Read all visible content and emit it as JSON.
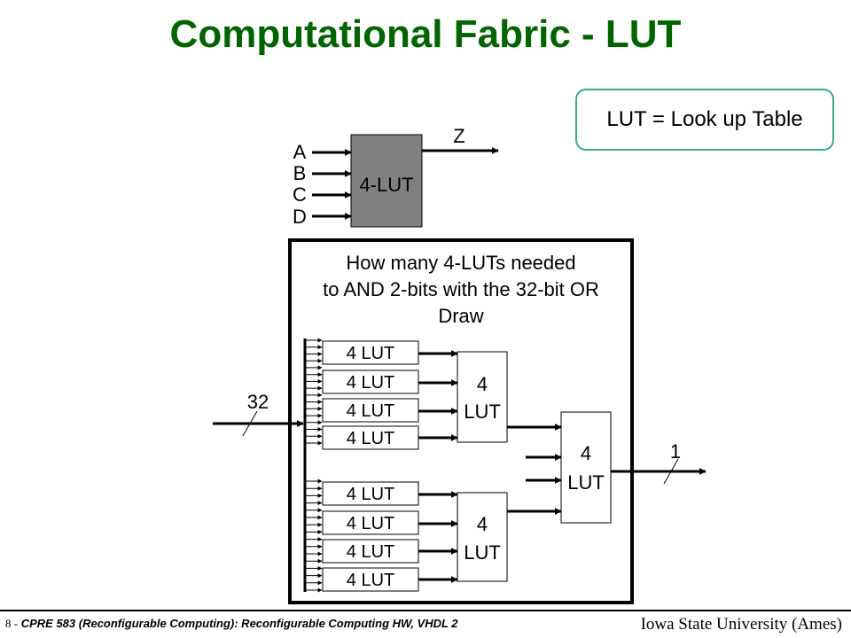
{
  "title": "Computational Fabric - LUT",
  "colors": {
    "title": "#006400",
    "callout_border": "#3aa88e",
    "lut_fill": "#808080"
  },
  "callout": "LUT = Look up Table",
  "top_lut": {
    "label": "4-LUT",
    "inputs": [
      "A",
      "B",
      "C",
      "D"
    ],
    "output": "Z"
  },
  "question": {
    "line1": "How many 4-LUTs needed",
    "line2": "to AND 2-bits with the 32-bit OR",
    "line3": "Draw"
  },
  "bus_labels": {
    "input_width": "32",
    "output_width": "1"
  },
  "first_stage": [
    "4 LUT",
    "4 LUT",
    "4 LUT",
    "4 LUT",
    "4 LUT",
    "4 LUT",
    "4 LUT",
    "4 LUT"
  ],
  "second_stage": [
    {
      "line1": "4",
      "line2": "LUT"
    },
    {
      "line1": "4",
      "line2": "LUT"
    }
  ],
  "final_stage": {
    "line1": "4",
    "line2": "LUT"
  },
  "footer": {
    "slide_number": "8 -",
    "course": "CPRE 583 (Reconfigurable Computing):  Reconfigurable Computing HW, VHDL 2",
    "university": "Iowa State University (Ames)"
  }
}
